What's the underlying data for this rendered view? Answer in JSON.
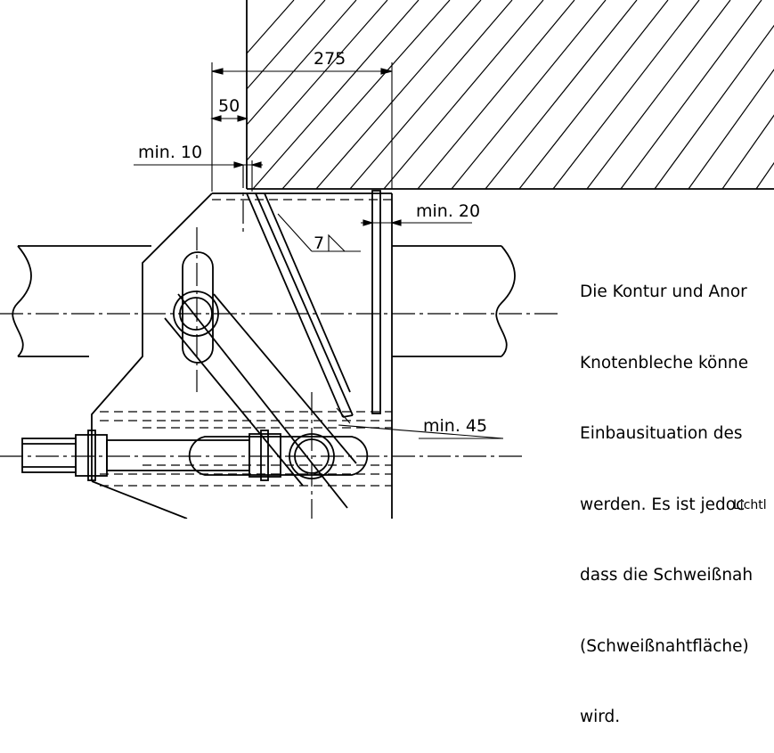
{
  "dimensions": {
    "d275": "275",
    "d50": "50",
    "min10": "min. 10",
    "min20": "min. 20",
    "min45": "min. 45",
    "weld": "7"
  },
  "note": {
    "lines": [
      "Die Kontur und Anor",
      "Knotenbleche könne",
      "Einbausituation des",
      "werden. Es ist jedoc",
      "dass die Schweißnah",
      "(Schweißnahtfläche)",
      "wird."
    ]
  },
  "footer": {
    "text": "Lichtl"
  }
}
